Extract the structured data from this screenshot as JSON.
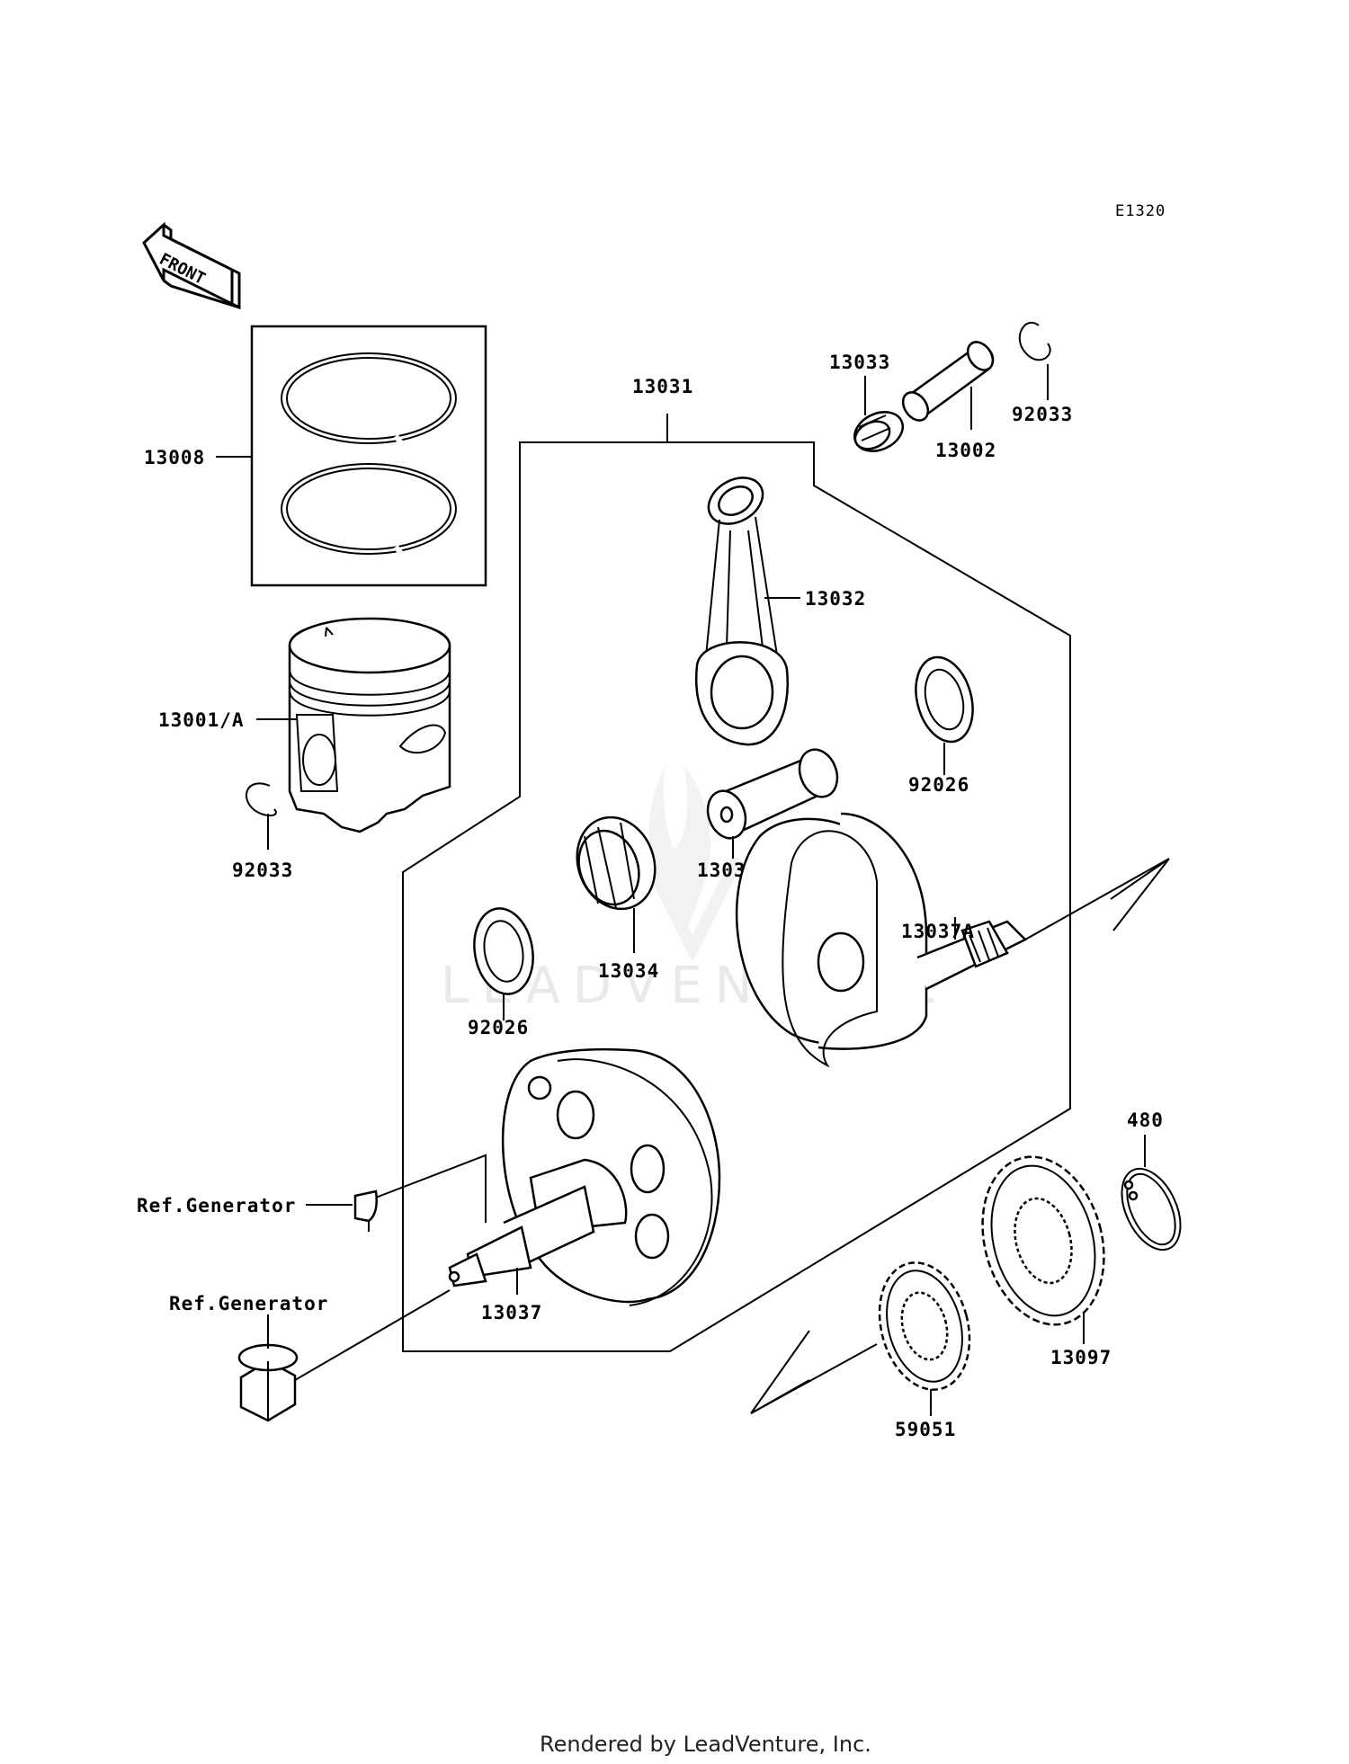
{
  "diagram_code": "E1320",
  "front_label": "FRONT",
  "watermark": "LEADVENTURE",
  "footer": "Rendered by LeadVenture, Inc.",
  "labels": {
    "p13008": "13008",
    "p13001a": "13001/A",
    "p92033_left": "92033",
    "p13031": "13031",
    "p13033": "13033",
    "p13002": "13002",
    "p92033_right": "92033",
    "p13032": "13032",
    "p92026_right": "92026",
    "p13035": "13035",
    "p13034": "13034",
    "p92026_left": "92026",
    "p13037a": "13037A",
    "p480": "480",
    "p13037": "13037",
    "p13097": "13097",
    "p59051": "59051",
    "ref_generator_key": "Ref.Generator",
    "ref_generator_nut": "Ref.Generator"
  }
}
